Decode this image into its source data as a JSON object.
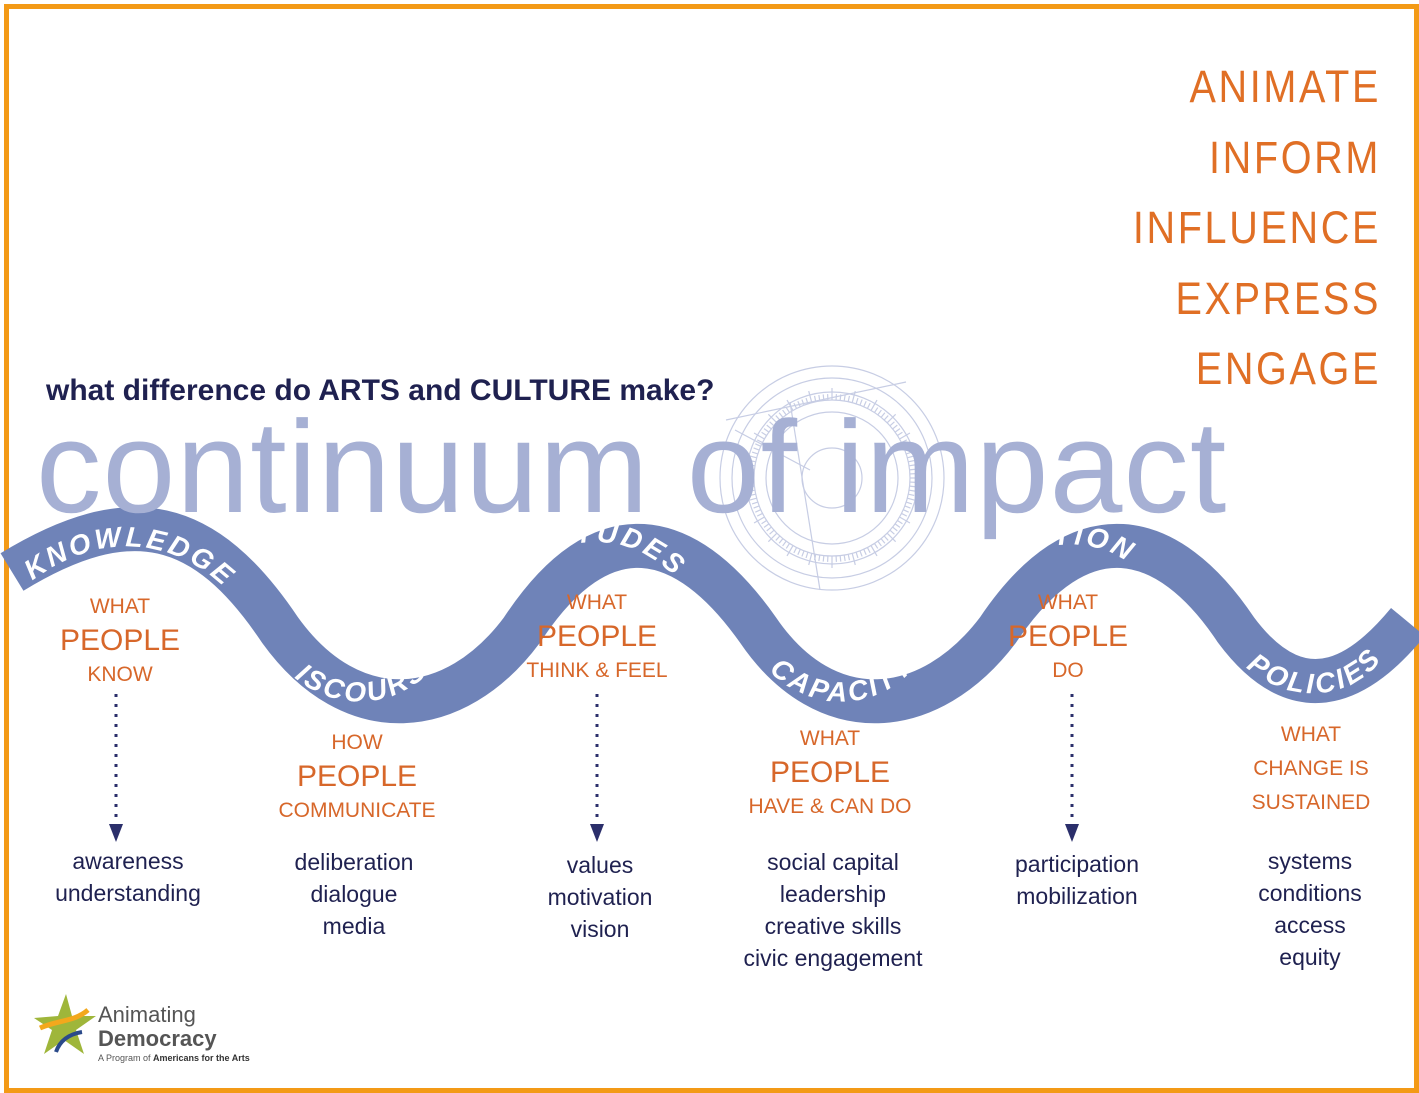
{
  "verbs": [
    "ANIMATE",
    "INFORM",
    "INFLUENCE",
    "EXPRESS",
    "ENGAGE"
  ],
  "question": "what difference do ARTS and CULTURE make?",
  "title": "continuum of impact",
  "wave_labels": [
    "KNOWLEDGE",
    "DISCOURSE",
    "ATTITUDES",
    "CAPACITY",
    "ACTION",
    "POLICIES"
  ],
  "blocks": [
    {
      "top": "WHAT",
      "big": "PEOPLE",
      "bottom": "KNOW",
      "items": [
        "awareness",
        "understanding"
      ]
    },
    {
      "top": "HOW",
      "big": "PEOPLE",
      "bottom": "COMMUNICATE",
      "items": [
        "deliberation",
        "dialogue",
        "media"
      ]
    },
    {
      "top": "WHAT",
      "big": "PEOPLE",
      "bottom": "THINK & FEEL",
      "items": [
        "values",
        "motivation",
        "vision"
      ]
    },
    {
      "top": "WHAT",
      "big": "PEOPLE",
      "bottom": "HAVE & CAN DO",
      "items": [
        "social capital",
        "leadership",
        "creative skills",
        "civic engagement"
      ]
    },
    {
      "top": "WHAT",
      "big": "PEOPLE",
      "bottom": "DO",
      "items": [
        "participation",
        "mobilization"
      ]
    },
    {
      "top": "WHAT",
      "big": "CHANGE IS",
      "bottom": "SUSTAINED",
      "items": [
        "systems",
        "conditions",
        "access",
        "equity"
      ]
    }
  ],
  "logo": {
    "line1": "Animating",
    "line2": "Democracy",
    "tag_prefix": "A Program of ",
    "tag_org": "Americans for the Arts"
  },
  "colors": {
    "border": "#f39a16",
    "accent": "#e06f25",
    "wave": "#6f83b8",
    "title": "#a6b0d4",
    "text": "#1f2150"
  }
}
